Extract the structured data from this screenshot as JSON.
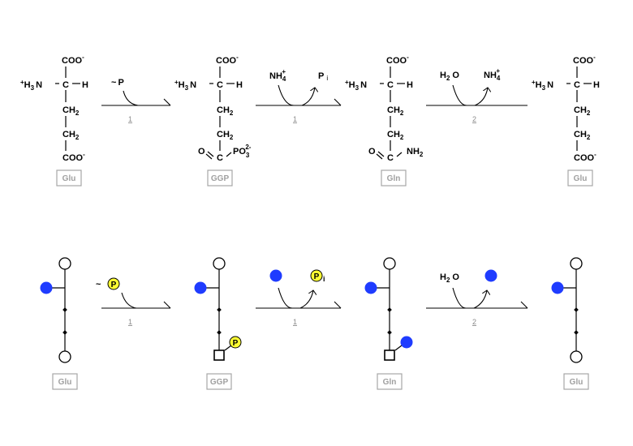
{
  "title": "Glutamine synthetase / glutaminase cycle",
  "colors": {
    "ion_blue": "#1f3cff",
    "phosphate_yellow": "#ffff33",
    "label_gray": "#a0a0a0",
    "box_gray": "#a6a6a6"
  },
  "molecules": [
    {
      "id": "glu1",
      "name": "Glu",
      "top": "COO",
      "top_charge": "-",
      "amine_left": "H",
      "amine_left_sub": "3",
      "amine_left_charge": "+",
      "amine_N": "N",
      "alpha_C": "C",
      "alpha_H": "H",
      "chain1": "CH",
      "chain1_sub": "2",
      "chain2": "CH",
      "chain2_sub": "2",
      "bottom": "COO",
      "bottom_charge": "-"
    },
    {
      "id": "ggp",
      "name": "GGP",
      "top": "COO",
      "top_charge": "-",
      "amine_left": "H",
      "amine_left_sub": "3",
      "amine_left_charge": "+",
      "amine_N": "N",
      "alpha_C": "C",
      "alpha_H": "H",
      "chain1": "CH",
      "chain1_sub": "2",
      "chain2": "CH",
      "chain2_sub": "2",
      "bottom_O": "O",
      "bottom_C": "C",
      "bottom_group": "PO",
      "bottom_group_sub": "3",
      "bottom_group_charge": "2-"
    },
    {
      "id": "gln",
      "name": "Gln",
      "top": "COO",
      "top_charge": "-",
      "amine_left": "H",
      "amine_left_sub": "3",
      "amine_left_charge": "+",
      "amine_N": "N",
      "alpha_C": "C",
      "alpha_H": "H",
      "chain1": "CH",
      "chain1_sub": "2",
      "chain2": "CH",
      "chain2_sub": "2",
      "bottom_O": "O",
      "bottom_C": "C",
      "bottom_group": "NH",
      "bottom_group_sub": "2"
    },
    {
      "id": "glu2",
      "name": "Glu",
      "top": "COO",
      "top_charge": "-",
      "amine_left": "H",
      "amine_left_sub": "3",
      "amine_left_charge": "+",
      "amine_N": "N",
      "alpha_C": "C",
      "alpha_H": "H",
      "chain1": "CH",
      "chain1_sub": "2",
      "chain2": "CH",
      "chain2_sub": "2",
      "bottom": "COO",
      "bottom_charge": "-"
    }
  ],
  "reactions": [
    {
      "step": "1",
      "input": "~P",
      "input_tilde": "~",
      "input_main": "P",
      "output": ""
    },
    {
      "step": "1",
      "input": "NH",
      "input_sub": "4",
      "input_charge": "+",
      "output": "P",
      "output_sub": "i"
    },
    {
      "step": "2",
      "input": "H",
      "input_sub": "2",
      "input_tail": "O",
      "output": "NH",
      "output_sub": "4",
      "output_charge": "+"
    }
  ],
  "schematic": {
    "molecule_names": [
      "Glu",
      "GGP",
      "Gln",
      "Glu"
    ],
    "phosphate_label": "P",
    "phosphate_tilde": "~",
    "pi_subscript": "i",
    "water": "H",
    "water_sub": "2",
    "water_tail": "O",
    "steps": [
      "1",
      "1",
      "2"
    ]
  }
}
